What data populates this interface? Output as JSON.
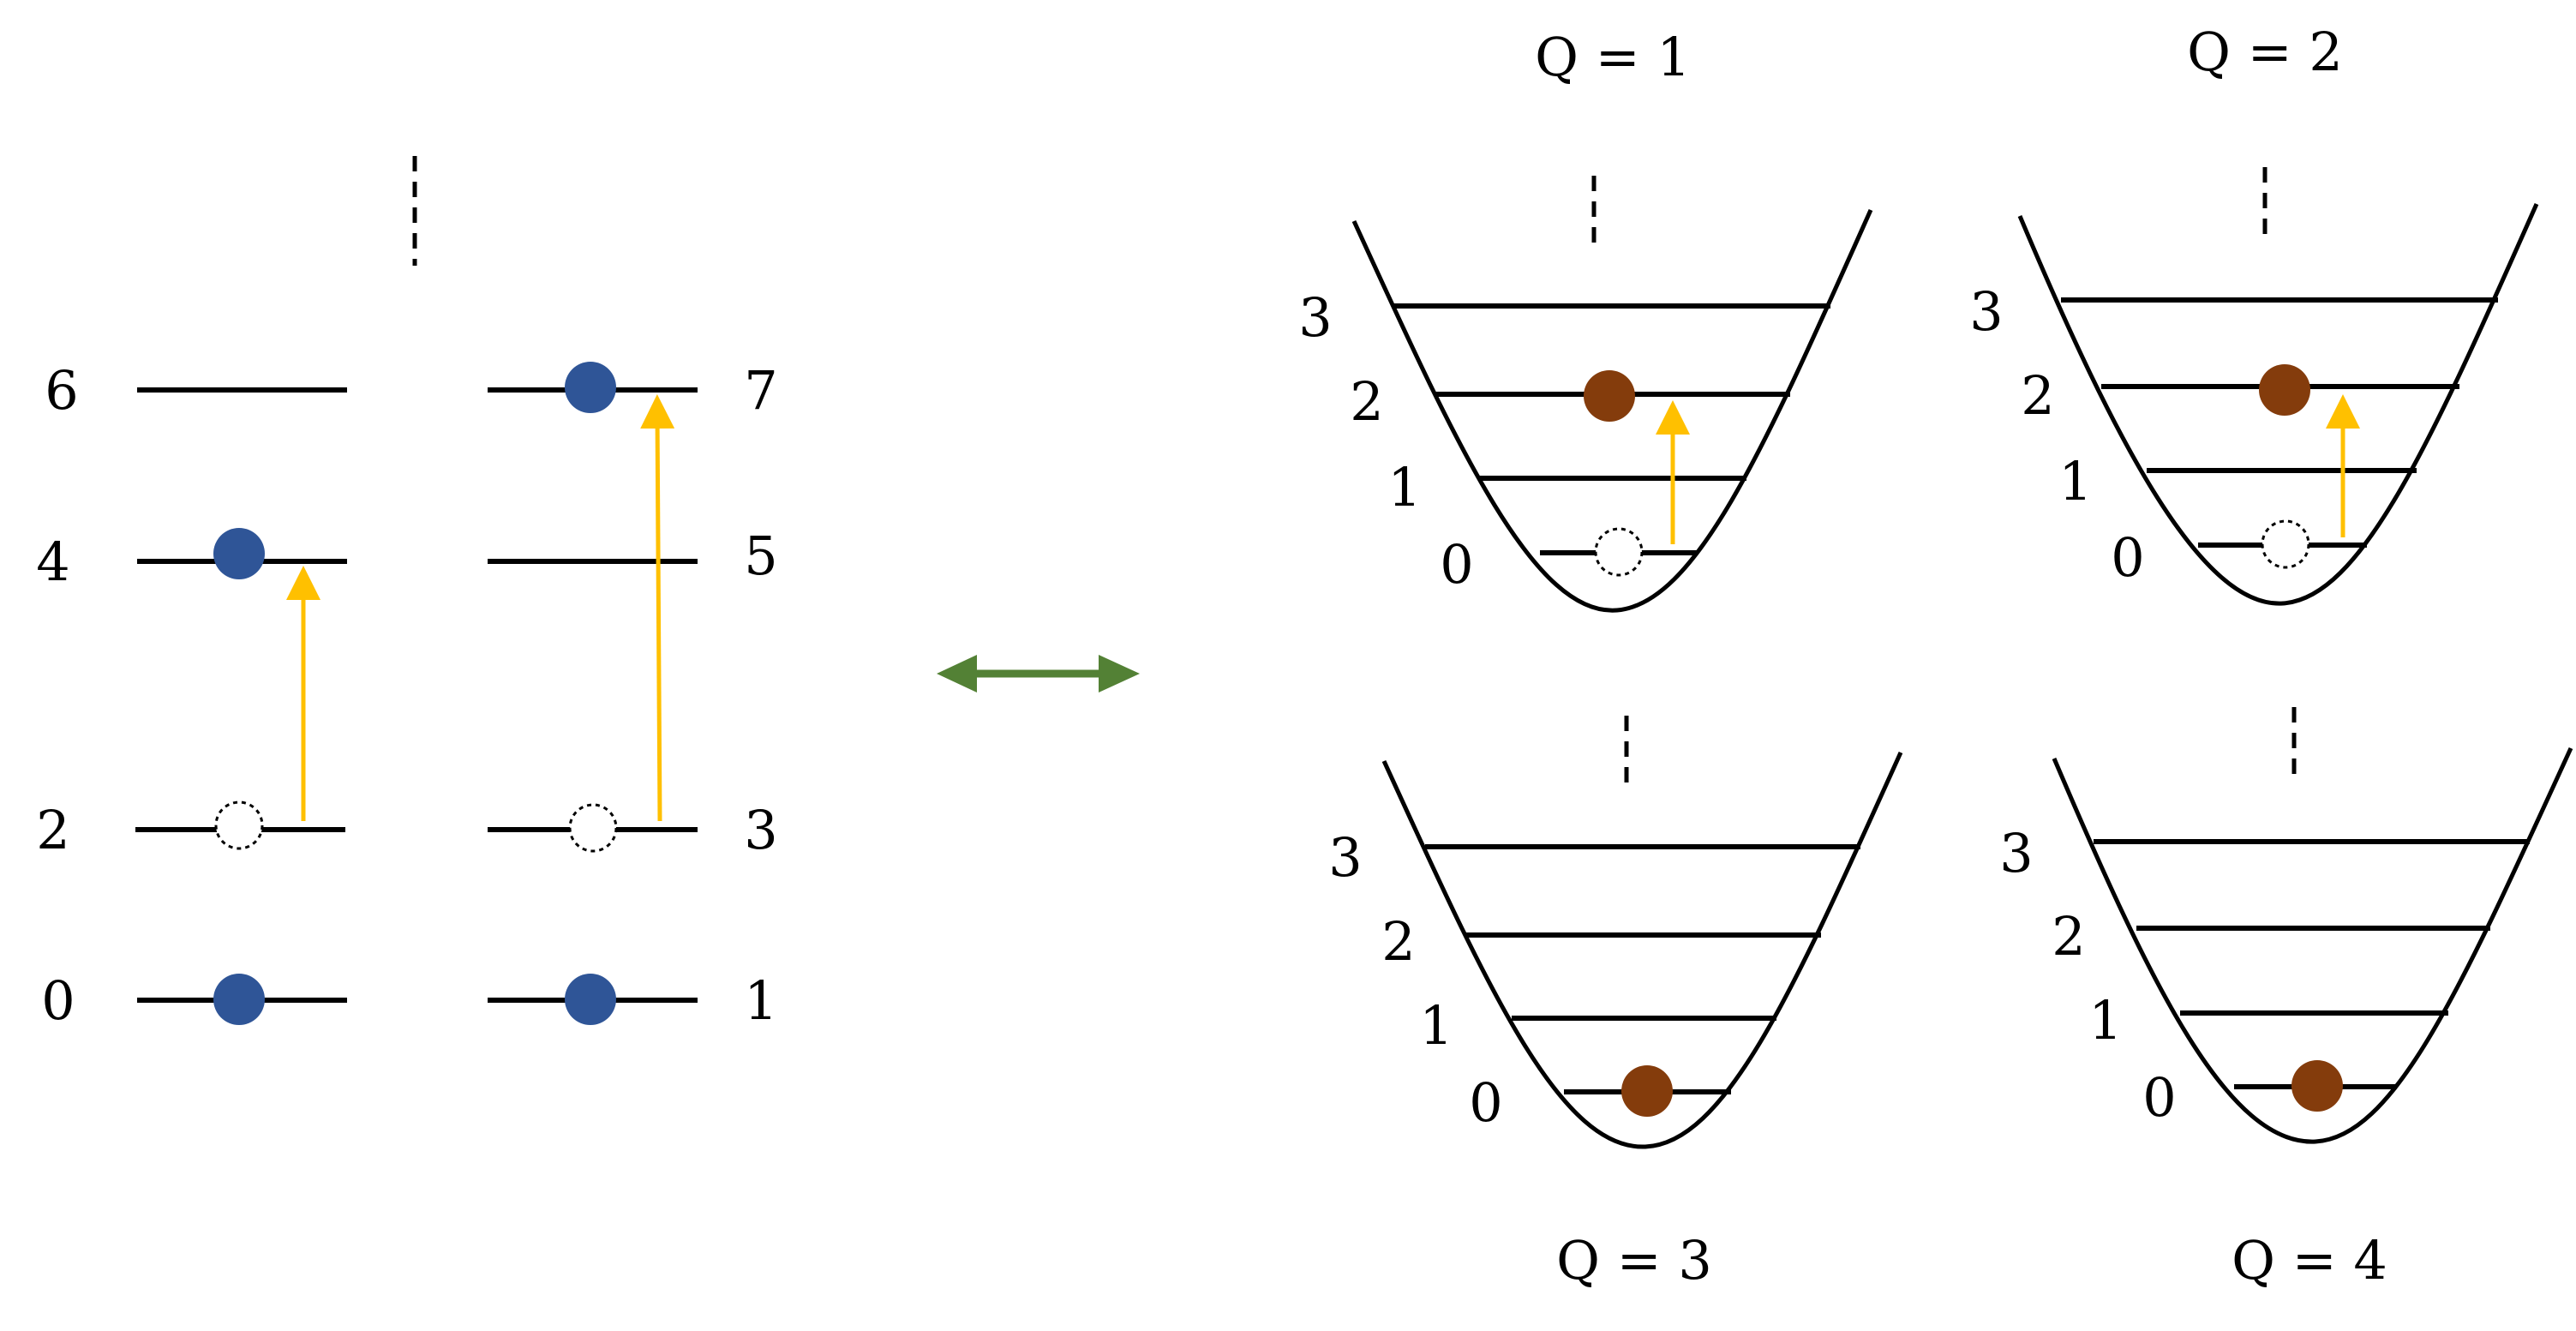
{
  "colors": {
    "fermion": "#2F5597",
    "boson": "#843C0C",
    "excitation_arrow": "#FFC000",
    "mapping_arrow": "#538135",
    "line": "#000000"
  },
  "left_panel": {
    "levels_left_column": [
      "6",
      "4",
      "2",
      "0"
    ],
    "levels_right_column": [
      "7",
      "5",
      "3",
      "1"
    ]
  },
  "right_panel": {
    "wells": [
      {
        "title": "Q = 1",
        "levels": [
          "0",
          "1",
          "2",
          "3"
        ]
      },
      {
        "title": "Q = 2",
        "levels": [
          "0",
          "1",
          "2",
          "3"
        ]
      },
      {
        "title": "Q = 3",
        "levels": [
          "0",
          "1",
          "2",
          "3"
        ]
      },
      {
        "title": "Q = 4",
        "levels": [
          "0",
          "1",
          "2",
          "3"
        ]
      }
    ]
  }
}
